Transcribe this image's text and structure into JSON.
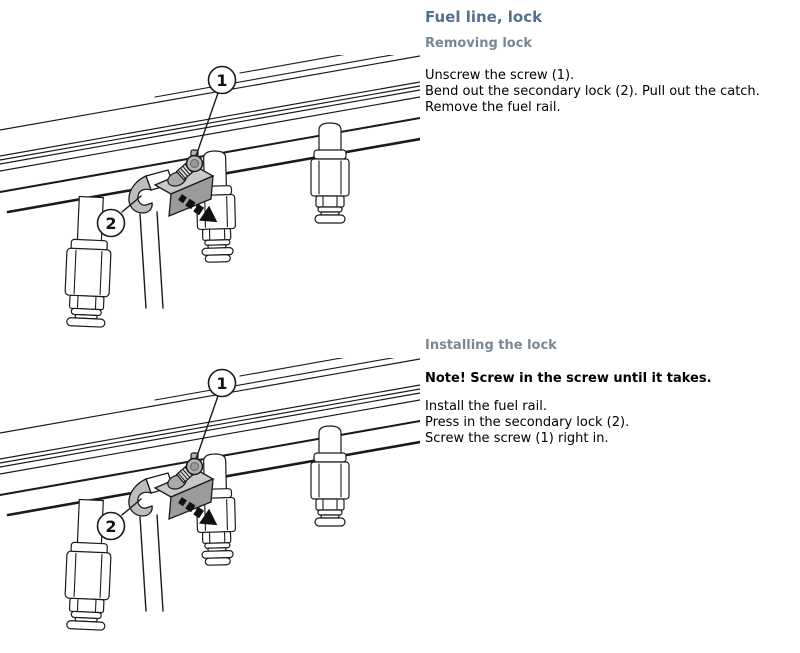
{
  "article": {
    "title": "Fuel line, lock",
    "sections": [
      {
        "heading": "Removing lock",
        "body": [
          "Unscrew the screw (1).",
          "Bend out the secondary lock (2). Pull out the catch.",
          "Remove the fuel rail."
        ]
      },
      {
        "heading": "Installing the lock",
        "note": "Note! Screw in the screw until it takes.",
        "body": [
          "Install the fuel rail.",
          "Press in the secondary lock (2).",
          "Screw the screw (1) right in."
        ]
      }
    ]
  },
  "figures": [
    {
      "name": "removing-lock-diagram",
      "callouts": [
        "1",
        "2"
      ]
    },
    {
      "name": "installing-lock-diagram",
      "callouts": [
        "1",
        "2"
      ]
    }
  ],
  "colors": {
    "title": "#54708F",
    "section_heading": "#7A8794",
    "body_text": "#000000",
    "line_art": "#1a1a1a",
    "clamp_top": "#c9c9c9",
    "clamp_front": "#9b9b9b",
    "secondary_lock": "#bdbdbd",
    "screw_head": "#b5b5b5",
    "arrow": "#111111"
  }
}
